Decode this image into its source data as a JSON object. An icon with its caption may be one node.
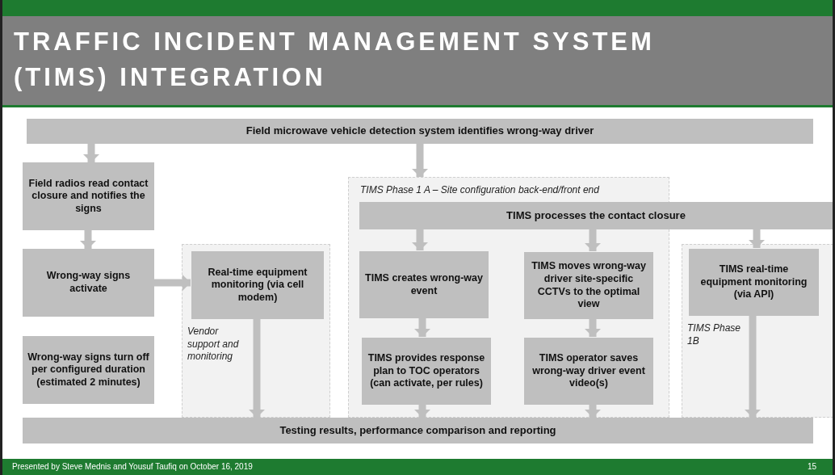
{
  "diagram": {
    "title": "TRAFFIC INCIDENT MANAGEMENT SYSTEM (TIMS) INTEGRATION",
    "nodes": [
      {
        "text": [
          "Field microwave vehicle detection system identifies wrong-way driver"
        ]
      },
      {
        "text": [
          "Field radios read contact closure and notifies the signs"
        ]
      },
      {
        "text": [
          "Wrong-way signs activate"
        ]
      },
      {
        "text": [
          "Wrong-way signs turn off per configured duration (estimated 2 minutes)"
        ]
      },
      {
        "text": [
          "Vendor support and monitoring"
        ]
      },
      {
        "text": [
          "Real-time equipment monitoring (via cell modem)"
        ],
        "in": 4
      },
      {
        "text": [
          "TIMS Phase 1 A – Site configuration back-end/front end"
        ]
      },
      {
        "text": [
          "TIMS processes the contact closure"
        ]
      },
      {
        "text": [
          "TIMS creates wrong-way event"
        ],
        "in": 6
      },
      {
        "text": [
          "TIMS moves wrong-way driver site-specific CCTVs to the optimal view"
        ],
        "in": 6
      },
      {
        "text": [
          "TIMS provides response plan to TOC operators (can activate, per rules)"
        ],
        "in": 6
      },
      {
        "text": [
          "TIMS operator saves wrong-way driver event video(s)"
        ],
        "in": 6
      },
      {
        "text": [
          "TIMS Phase 1B"
        ]
      },
      {
        "text": [
          "TIMS real-time equipment monitoring (via API)"
        ],
        "in": 12
      },
      {
        "text": [
          "Testing results, performance comparison and reporting"
        ]
      }
    ],
    "edges": [
      {
        "from": 0,
        "to": 1,
        "arrow": "to"
      },
      {
        "from": 1,
        "to": 2,
        "arrow": "to"
      },
      {
        "from": 2,
        "to": 5,
        "arrow": "to"
      },
      {
        "from": 0,
        "to": 6,
        "arrow": "to"
      },
      {
        "from": 7,
        "to": 8,
        "arrow": "to"
      },
      {
        "from": 7,
        "to": 9,
        "arrow": "to"
      },
      {
        "from": 7,
        "to": 13,
        "arrow": "to"
      },
      {
        "from": 8,
        "to": 10,
        "arrow": "to"
      },
      {
        "from": 9,
        "to": 11,
        "arrow": "to"
      },
      {
        "from": 5,
        "to": 14,
        "arrow": "to"
      },
      {
        "from": 10,
        "to": 14,
        "arrow": "to"
      },
      {
        "from": 11,
        "to": 14,
        "arrow": "to"
      },
      {
        "from": 13,
        "to": 14,
        "arrow": "to"
      }
    ],
    "labels": [
      "Presented by Steve Mednis and Yousuf Taufiq on October 16, 2019",
      "15"
    ]
  }
}
